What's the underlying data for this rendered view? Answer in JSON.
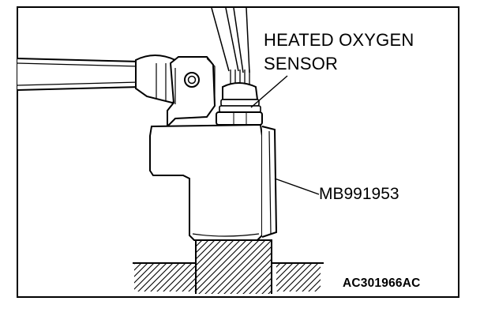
{
  "labels": {
    "sensor_line1": "HEATED OXYGEN",
    "sensor_line2": "SENSOR",
    "tool": "MB991953",
    "figure_code": "AC301966AC"
  }
}
